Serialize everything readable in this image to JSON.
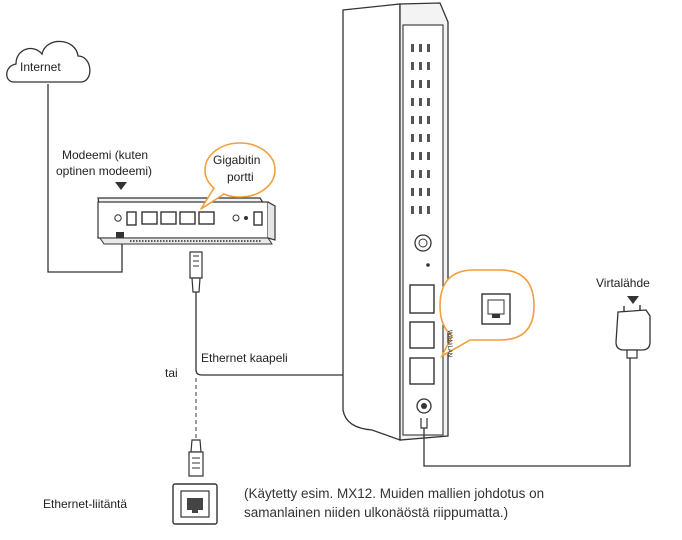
{
  "labels": {
    "internet": "Internet",
    "modem_line1": "Modeemi (kuten",
    "modem_line2": "optinen modeemi)",
    "gigabit_line1": "Gigabitin",
    "gigabit_line2": "portti",
    "ethernet_cable": "Ethernet kaapeli",
    "or": "tai",
    "power_supply": "Virtalähde",
    "ethernet_outlet": "Ethernet-liitäntä",
    "wan_lan_port": "WAN/LAN"
  },
  "caption": {
    "line1": "(Käytetty esim. MX12. Muiden mallien johdotus on",
    "line2": "samanlainen niiden ulkonäöstä riippumatta.)"
  },
  "colors": {
    "line": "#333333",
    "highlight": "#f0a03c",
    "device_body": "#ffffff",
    "device_shade": "#e6e6e6"
  },
  "icons": [
    "cloud-icon",
    "modem-icon",
    "router-icon",
    "power-adapter-icon",
    "wall-socket-icon",
    "ethernet-plug-icon"
  ]
}
